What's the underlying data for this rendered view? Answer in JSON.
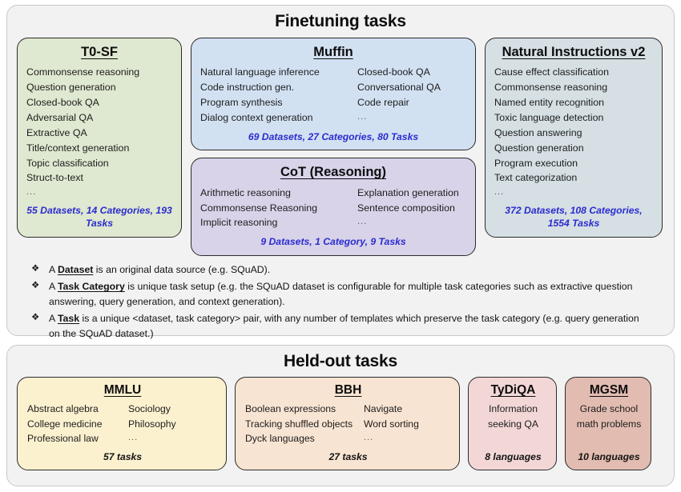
{
  "finetuning": {
    "title": "Finetuning tasks",
    "cards": [
      {
        "id": "t0sf",
        "title": "T0-SF",
        "color": "#dfe8d0",
        "columns": [
          [
            "Commonsense reasoning",
            "Question generation",
            "Closed-book QA",
            "Adversarial QA",
            "Extractive QA",
            "Title/context generation",
            "Topic classification",
            "Struct-to-text",
            "..."
          ]
        ],
        "stats": "55 Datasets, 14 Categories, 193 Tasks"
      },
      {
        "id": "muffin",
        "title": "Muffin",
        "color": "#d2e1f2",
        "columns": [
          [
            "Natural language inference",
            "Code instruction gen.",
            "Program synthesis",
            "Dialog context generation"
          ],
          [
            "Closed-book QA",
            "Conversational QA",
            "Code repair",
            "..."
          ]
        ],
        "stats": "69 Datasets, 27 Categories, 80 Tasks"
      },
      {
        "id": "cot",
        "title": "CoT (Reasoning)",
        "color": "#d8d3e9",
        "columns": [
          [
            "Arithmetic reasoning",
            "Commonsense Reasoning",
            "Implicit reasoning"
          ],
          [
            "Explanation generation",
            "Sentence composition",
            "..."
          ]
        ],
        "stats": "9 Datasets, 1 Category, 9 Tasks"
      },
      {
        "id": "niv2",
        "title": "Natural Instructions v2",
        "color": "#d5dfe4",
        "columns": [
          [
            "Cause effect classification",
            "Commonsense reasoning",
            "Named entity recognition",
            "Toxic language detection",
            "Question answering",
            "Question generation",
            "Program execution",
            "Text categorization",
            "..."
          ]
        ],
        "stats": "372 Datasets, 108 Categories, 1554 Tasks"
      }
    ],
    "definitions": [
      {
        "bullet": "diamond-bullet",
        "lead": "A ",
        "term": "Dataset",
        "rest": " is an original data source (e.g. SQuAD)."
      },
      {
        "bullet": "diamond-bullet",
        "lead": "A ",
        "term": "Task Category",
        "rest": " is unique task setup (e.g. the SQuAD dataset is configurable for multiple task categories such as extractive question answering, query generation, and context generation)."
      },
      {
        "bullet": "diamond-bullet",
        "lead": "A ",
        "term": "Task",
        "rest": " is a unique <dataset, task category> pair, with any number of templates which preserve the task category (e.g. query generation on the SQuAD dataset.)"
      }
    ]
  },
  "heldout": {
    "title": "Held-out tasks",
    "cards": [
      {
        "id": "mmlu",
        "title": "MMLU",
        "color": "#fcf1cf",
        "columns": [
          [
            "Abstract algebra",
            "College medicine",
            "Professional law"
          ],
          [
            "Sociology",
            "Philosophy",
            "..."
          ]
        ],
        "stats": "57 tasks"
      },
      {
        "id": "bbh",
        "title": "BBH",
        "color": "#f8e4d2",
        "columns": [
          [
            "Boolean expressions",
            "Tracking shuffled objects",
            "Dyck languages"
          ],
          [
            "Navigate",
            "Word sorting",
            "..."
          ]
        ],
        "stats": "27 tasks"
      },
      {
        "id": "tydiqa",
        "title": "TyDiQA",
        "color": "#f3d7d7",
        "columns": [
          [
            "Information",
            "seeking QA"
          ]
        ],
        "stats": "8 languages"
      },
      {
        "id": "mgsm",
        "title": "MGSM",
        "color": "#e2bcb1",
        "columns": [
          [
            "Grade school",
            "math problems"
          ]
        ],
        "stats": "10 languages"
      }
    ]
  },
  "colors": {
    "stats_blue": "#2b2bcf",
    "panel_bg": "#f2f2f2",
    "card_border": "#2b2b2b"
  }
}
